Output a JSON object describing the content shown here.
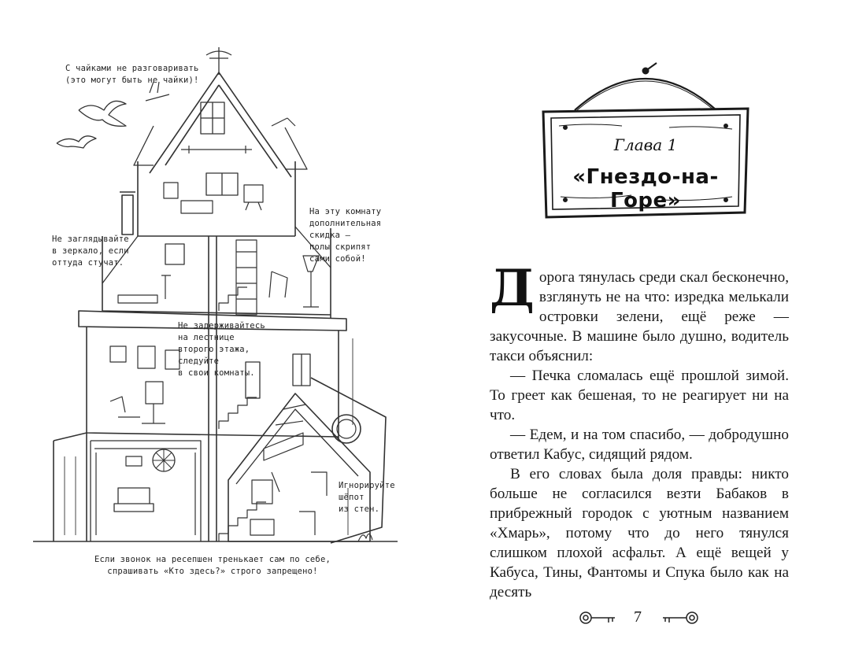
{
  "notes": {
    "seagulls": [
      "С чайками не разговаривать",
      "(это могут быть не чайки)!"
    ],
    "discount": [
      "На эту комнату",
      "дополнительная",
      "скидка —",
      "полы скрипят",
      "сами собой!"
    ],
    "mirror": [
      "Не заглядывайте",
      "в зеркало, если",
      "оттуда стучат."
    ],
    "stairs": [
      "Не задерживайтесь",
      "на лестнице",
      "второго этажа,",
      "следуйте",
      "в свои комнаты."
    ],
    "whisper": [
      "Игнорируйте",
      "шёпот",
      "из стен."
    ],
    "bell": [
      "Если звонок на ресепшен тренькает сам по себе,",
      "спрашивать «Кто здесь?» строго запрещено!"
    ]
  },
  "chapter": {
    "label": "Глава 1",
    "title": "«Гнездо-на-Горе»"
  },
  "body": {
    "dropcap": "Д",
    "paragraphs": [
      "орога тянулась среди скал бесконечно, взглянуть не на что: изредка мелькали островки зелени, ещё реже — закусочные. В машине было душно, водитель такси объяснил:",
      "— Печка сломалась ещё прошлой зимой. То греет как бешеная, то не реагирует ни на что.",
      "— Едем, и на том спасибо, — добродушно ответил Кабус, сидящий рядом.",
      "В его словах была доля правды: никто больше не согласился везти Бабаков в прибрежный городок с уютным названием «Хмарь», потому что до него тянулся слишком плохой асфальт. А ещё вещей у Кабуса, Тины, Фантомы и Спука было как на десять"
    ]
  },
  "page_number": "7"
}
